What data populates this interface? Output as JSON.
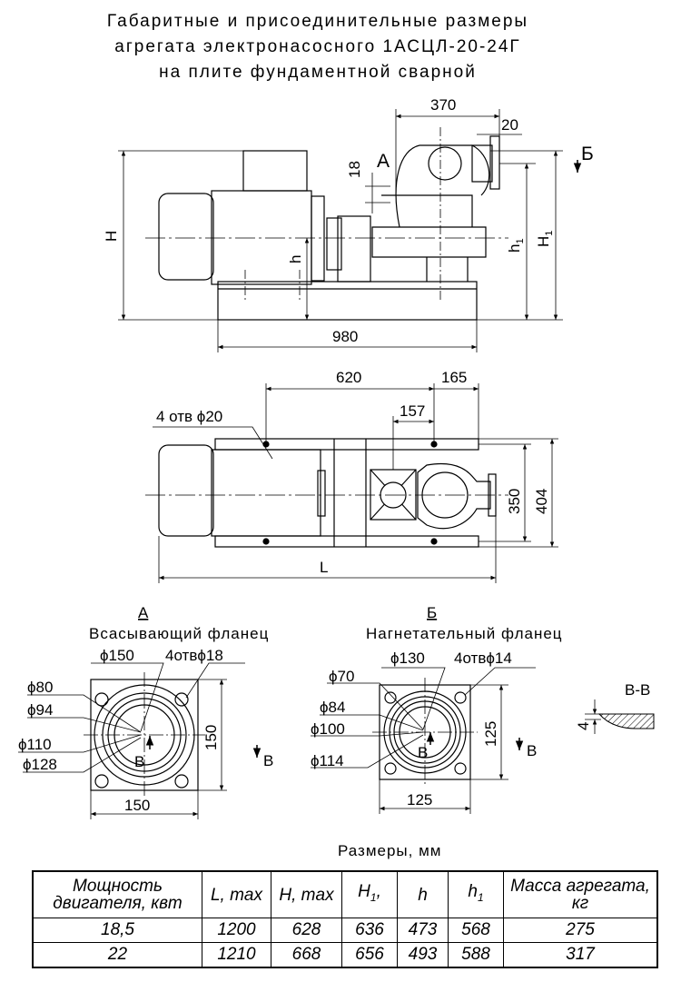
{
  "title": {
    "line1": "Габаритные и присоединительные размеры",
    "line2": "агрегата электронасосного 1АСЦЛ-20-24Г",
    "line3": "на плите фундаментной сварной"
  },
  "side_view": {
    "dim_370": "370",
    "dim_20": "20",
    "dim_18": "18",
    "dim_980": "980",
    "label_H": "H",
    "label_h": "h",
    "label_h1": "h",
    "label_h1_sub": "1",
    "label_H1": "H",
    "label_H1_sub": "1",
    "view_A": "А",
    "view_B": "Б"
  },
  "top_view": {
    "dim_620": "620",
    "dim_165": "165",
    "dim_157": "157",
    "dim_350": "350",
    "dim_404": "404",
    "holes_note": "4 отв ϕ20",
    "label_L": "L"
  },
  "flange_A": {
    "view": "А",
    "caption": "Всасывающий фланец",
    "d150": "ϕ150",
    "holes": "4отвϕ18",
    "d80": "ϕ80",
    "d94": "ϕ94",
    "d110": "ϕ110",
    "d128": "ϕ128",
    "w150": "150",
    "h150": "150",
    "section": "В",
    "arrow_label": "В"
  },
  "flange_B": {
    "view": "Б",
    "caption": "Нагнетательный фланец",
    "d130": "ϕ130",
    "holes": "4отвϕ14",
    "d70": "ϕ70",
    "d84": "ϕ84",
    "d100": "ϕ100",
    "d114": "ϕ114",
    "w125": "125",
    "h125": "125",
    "section": "В",
    "arrow_label": "В"
  },
  "section_BB": {
    "label": "В-В",
    "dim_4": "4"
  },
  "table": {
    "caption": "Размеры, мм",
    "headers": {
      "power": "Мощность двигателя, квт",
      "L": "L, max",
      "H": "H, max",
      "H1": "H",
      "H1_sub": "1",
      "H1_tail": ",",
      "h": "h",
      "h1": "h",
      "h1_sub": "1",
      "mass": "Масса агрегата, кг"
    },
    "rows": [
      [
        "18,5",
        "1200",
        "628",
        "636",
        "473",
        "568",
        "275"
      ],
      [
        "22",
        "1210",
        "668",
        "656",
        "493",
        "588",
        "317"
      ]
    ]
  }
}
